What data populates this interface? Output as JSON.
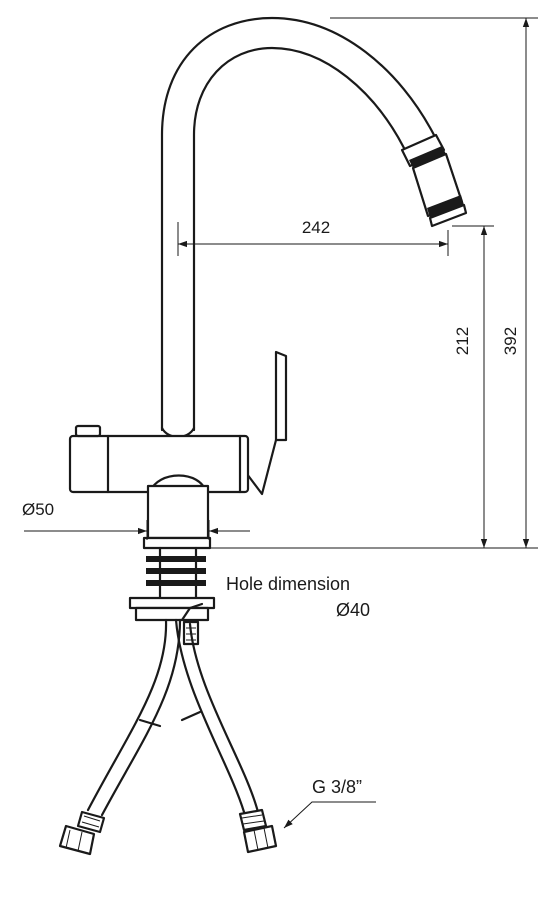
{
  "dimensions": {
    "reach": "242",
    "spout_height": "212",
    "total_height": "392",
    "base_diameter": "Ø50"
  },
  "notes": {
    "hole_label": "Hole dimension",
    "hole_value": "Ø40",
    "connection": "G 3/8”"
  }
}
